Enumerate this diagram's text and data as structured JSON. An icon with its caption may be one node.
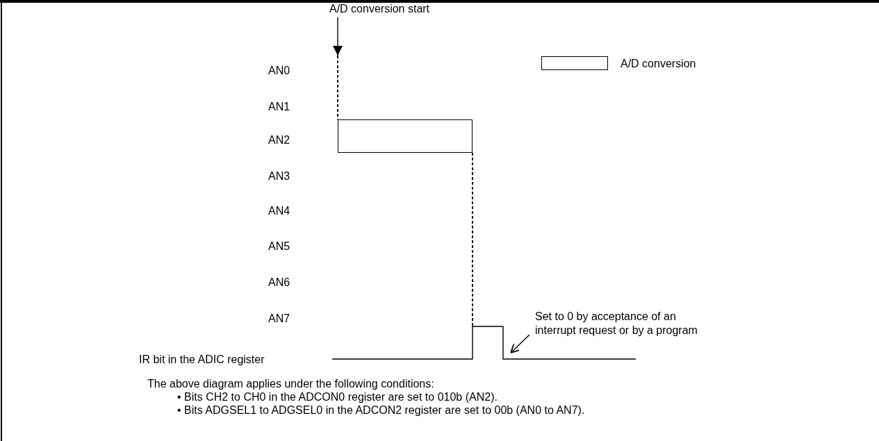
{
  "diagram": {
    "nodes": [
      {
        "text": [
          "A/D conversion start"
        ]
      },
      {
        "text": [],
        "shape": "box"
      },
      {
        "text": [
          "Set to 0 by acceptance of an interrupt request or by a program"
        ]
      },
      {
        "text": [],
        "shape": "line"
      }
    ],
    "edges": [
      {
        "from": 0,
        "to": null,
        "arrow": "to"
      },
      {
        "from": null,
        "to": 1,
        "arrow": "none",
        "style": "dashed"
      },
      {
        "from": 1,
        "to": 3,
        "arrow": "none",
        "style": "dashed"
      },
      {
        "from": 2,
        "to": 3,
        "arrow": "to"
      }
    ],
    "labels": [
      "AN0",
      "AN1",
      "AN2",
      "AN3",
      "AN4",
      "AN5",
      "AN6",
      "AN7",
      "IR bit in the ADIC register",
      "The above diagram applies under the following conditions:",
      "• Bits CH2 to CH0 in the ADCON0 register are set to 010b (AN2).",
      "• Bits ADGSEL1 to ADGSEL0 in the ADCON2 register are set to 00b (AN0 to AN7)."
    ],
    "legend": [
      {
        "text": "A/D conversion"
      }
    ]
  }
}
